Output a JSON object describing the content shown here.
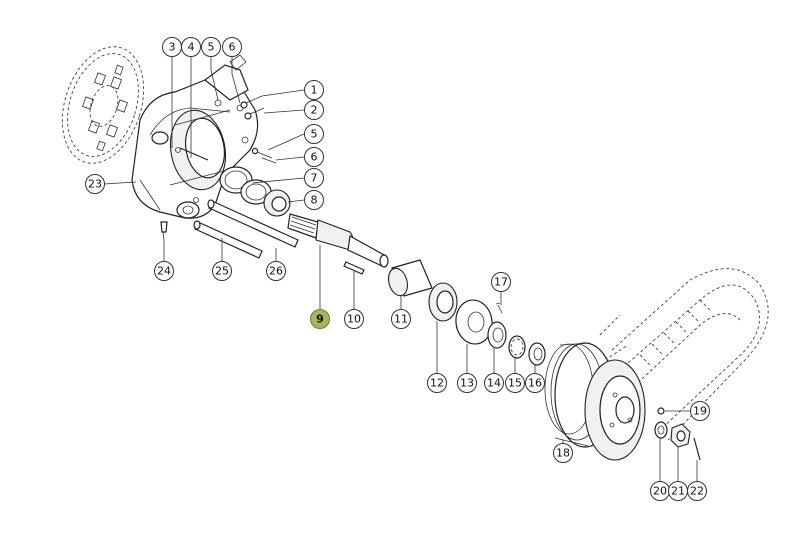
{
  "callouts": [
    {
      "id": "c3",
      "label": "3"
    },
    {
      "id": "c4",
      "label": "4"
    },
    {
      "id": "c5a",
      "label": "5"
    },
    {
      "id": "c6a",
      "label": "6"
    },
    {
      "id": "c1",
      "label": "1"
    },
    {
      "id": "c2",
      "label": "2"
    },
    {
      "id": "c5b",
      "label": "5"
    },
    {
      "id": "c6b",
      "label": "6"
    },
    {
      "id": "c7",
      "label": "7"
    },
    {
      "id": "c8",
      "label": "8"
    },
    {
      "id": "c23",
      "label": "23"
    },
    {
      "id": "c24",
      "label": "24"
    },
    {
      "id": "c25",
      "label": "25"
    },
    {
      "id": "c26",
      "label": "26"
    },
    {
      "id": "c9",
      "label": "9",
      "highlighted": true
    },
    {
      "id": "c10",
      "label": "10"
    },
    {
      "id": "c11",
      "label": "11"
    },
    {
      "id": "c17",
      "label": "17"
    },
    {
      "id": "c12",
      "label": "12"
    },
    {
      "id": "c13",
      "label": "13"
    },
    {
      "id": "c14",
      "label": "14"
    },
    {
      "id": "c15",
      "label": "15"
    },
    {
      "id": "c16",
      "label": "16"
    },
    {
      "id": "c18",
      "label": "18"
    },
    {
      "id": "c19",
      "label": "19"
    },
    {
      "id": "c20",
      "label": "20"
    },
    {
      "id": "c21",
      "label": "21"
    },
    {
      "id": "c22",
      "label": "22"
    }
  ],
  "colors": {
    "highlight": "#a6b65a",
    "ink": "#222222"
  }
}
